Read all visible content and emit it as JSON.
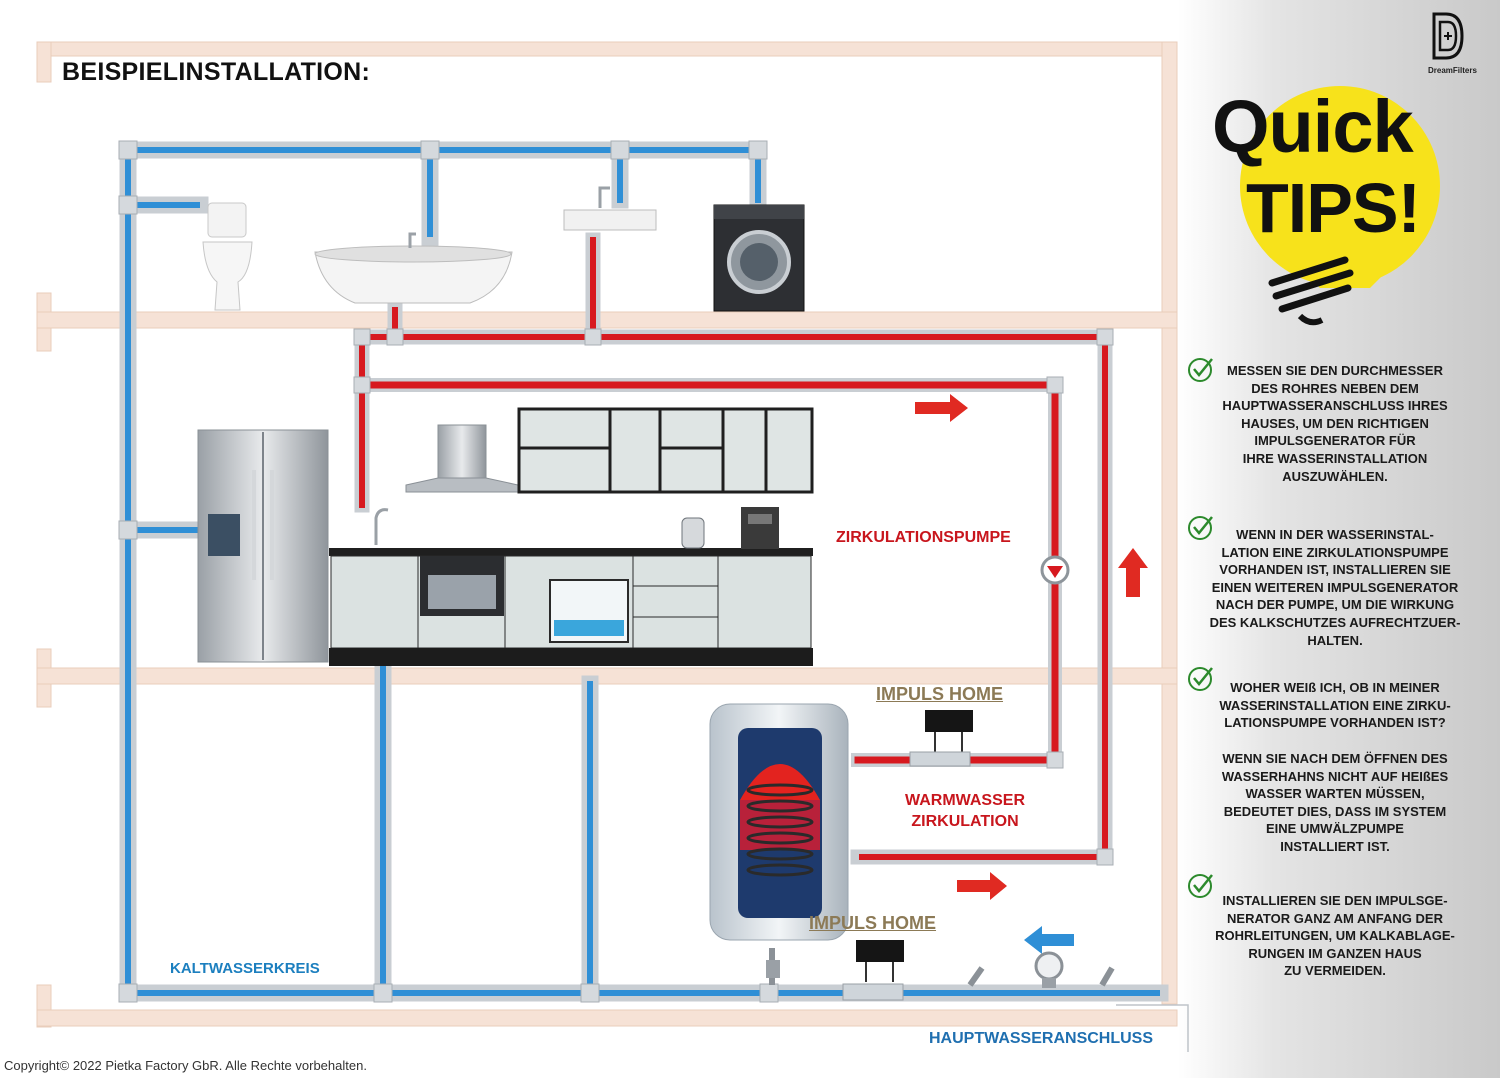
{
  "title": "BEISPIELINSTALLATION:",
  "labels": {
    "zirkulationspumpe": "ZIRKULATIONSPUMPE",
    "warmwasser_zirkulation": "WARMWASSER ZIRKULATION",
    "impuls_home_1": "IMPULS HOME",
    "impuls_home_2": "IMPULS HOME",
    "kaltwasserkreis": "KALTWASSERKREIS",
    "hauptwasseranschluss": "HAUPTWASSERANSCHLUSS"
  },
  "copyright": "Copyright© 2022 Pietka Factory GbR. Alle Rechte vorbehalten.",
  "brand": {
    "logo_text": "DreamFilters",
    "quick": "Quick",
    "tips": "TIPS!"
  },
  "tips": [
    {
      "text": "MESSEN SIE DEN DURCHMESSER\nDES ROHRES NEBEN DEM\nHAUPTWASSERANSCHLUSS IHRES\nHAUSES, UM DEN RICHTIGEN\nIMPULSGENERATOR FÜR\nIHRE WASSERINSTALLATION\nAUSZUWÄHLEN."
    },
    {
      "text": "WENN IN DER WASSERINSTAL-\nLATION EINE ZIRKULATIONSPUMPE\nVORHANDEN IST, INSTALLIEREN SIE\nEINEN WEITEREN IMPULSGENERATOR\nNACH DER PUMPE, UM DIE WIRKUNG\nDES KALKSCHUTZES AUFRECHTZUER-\nHALTEN."
    },
    {
      "text": "WOHER WEIß ICH, OB IN MEINER\nWASSERINSTALLATION EINE ZIRKU-\nLATIONSPUMPE VORHANDEN IST?"
    },
    {
      "text": "WENN SIE NACH DEM ÖFFNEN DES\nWASSERHAHNS NICHT AUF HEIßES\nWASSER WARTEN MÜSSEN,\nBEDEUTET DIES, DASS IM SYSTEM\nEINE UMWÄLZPUMPE\nINSTALLIERT IST."
    },
    {
      "text": "INSTALLIEREN SIE DEN IMPULSGE-\nNERATOR GANZ AM ANFANG DER\nROHRLEITUNGEN, UM KALKABLAGE-\nRUNGEN IM GANZEN HAUS\nZU VERMEIDEN."
    }
  ],
  "colors": {
    "cold": "#2f8fd6",
    "hot": "#d7191f",
    "pipe": "#c9ced3",
    "wall": "#f6e2d6",
    "accent": "#f7e21b"
  }
}
